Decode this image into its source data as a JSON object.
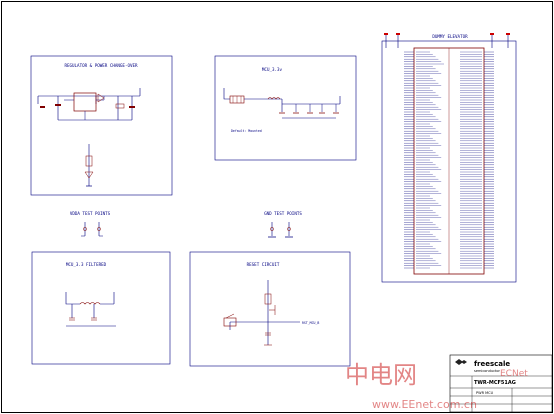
{
  "sections": {
    "regulator": "REGULATOR & POWER CHANGE-OVER",
    "mcu33": "MCU_3.3v",
    "vdda": "VDDA TEST POINTS",
    "gnd": "GND TEST POINTS",
    "mcu33f": "MCU_3.3 FILTERED",
    "reset": "RESET CIRCUIT",
    "elevator": "DUMMY ELEVATOR"
  },
  "notes": {
    "default_mounted": "Default: Mounted",
    "rst_net": "RST_MCU_B"
  },
  "title_block": {
    "brand": "freescale",
    "brand_sub": "semiconductor",
    "board": "TWR-MCF51AG",
    "sheet": "PWR MCU"
  },
  "watermark": {
    "cn": "中电网",
    "latin": "ECNet",
    "url": "www.EEnet.com.cn"
  },
  "colors": {
    "wire": "#000080",
    "part": "#800000",
    "frame": "#000000",
    "power_flag": "#cc0000"
  }
}
